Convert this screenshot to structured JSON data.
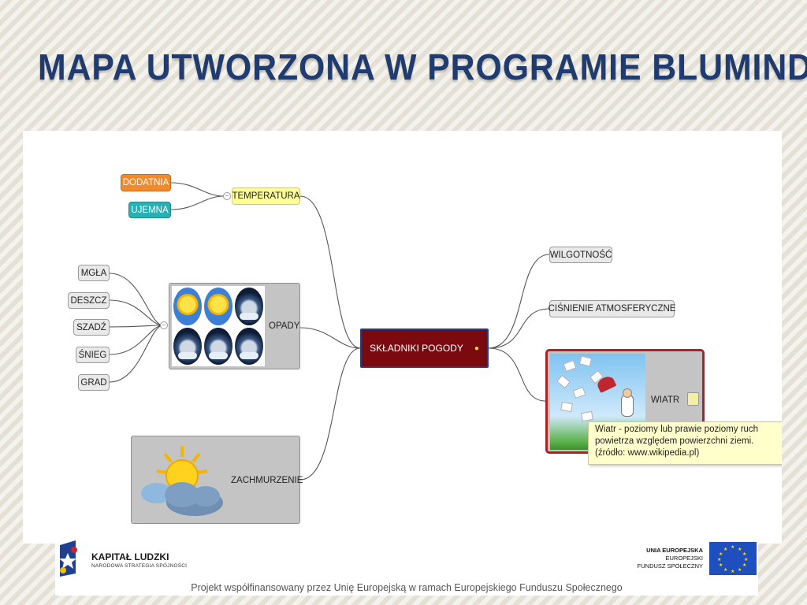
{
  "slide": {
    "title": "MAPA UTWORZONA W PROGRAMIE BLUMIND"
  },
  "mindmap": {
    "central": "SKŁADNIKI POGODY",
    "temperatura": {
      "label": "TEMPERATURA",
      "children": [
        "DODATNIA",
        "UJEMNA"
      ]
    },
    "opady": {
      "label": "OPADY",
      "children": [
        "MGŁA",
        "DESZCZ",
        "SZADŹ",
        "ŚNIEG",
        "GRAD"
      ]
    },
    "zachmurzenie": {
      "label": "ZACHMURZENIE"
    },
    "wilgotnosc": {
      "label": "WILGOTNOŚĆ"
    },
    "cisnienie": {
      "label": "CIŚNIENIE ATMOSFERYCZNE"
    },
    "wiatr": {
      "label": "WIATR"
    },
    "tooltip": {
      "line1": "Wiatr - poziomy lub prawie poziomy ruch",
      "line2": "powietrza względem powierzchni ziemi.",
      "line3": "(źródło: www.wikipedia.pl)"
    }
  },
  "footer": {
    "kapital_title": "KAPITAŁ LUDZKI",
    "kapital_sub": "NARODOWA STRATEGIA SPÓJNOŚCI",
    "ue_line1": "UNIA EUROPEJSKA",
    "ue_line2": "EUROPEJSKI",
    "ue_line3": "FUNDUSZ SPOŁECZNY",
    "note": "Projekt współfinansowany przez Unię Europejską w ramach Europejskiego Funduszu Społecznego"
  },
  "colors": {
    "title": "#1f3b70",
    "central_bg": "#7a0a10",
    "orange": "#f08a2c",
    "teal": "#29b0b2",
    "yellow": "#ffff99",
    "wind_border": "#b32020"
  }
}
